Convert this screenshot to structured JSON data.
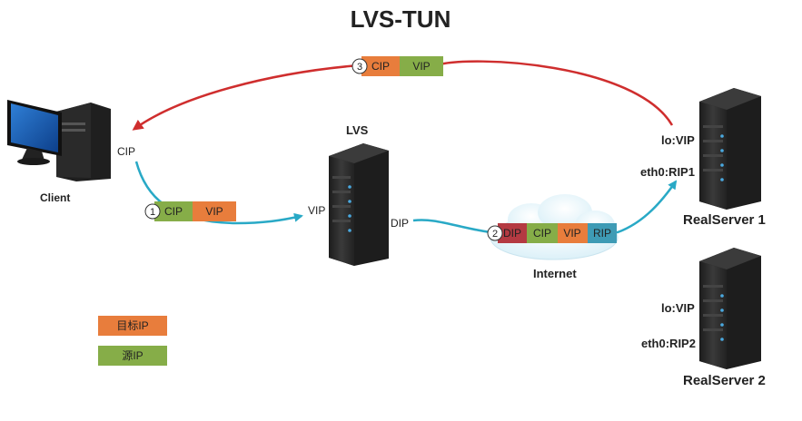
{
  "title": "LVS-TUN",
  "colors": {
    "orange": "#e87d3c",
    "green": "#86ad48",
    "red": "#b43a42",
    "teal": "#3e9bb5",
    "flow_blue": "#29a9c6",
    "return_red": "#cf2e2e",
    "server_dark": "#2b2b2b",
    "server_led": "#4aa9e0"
  },
  "client": {
    "name": "Client",
    "ip_label": "CIP"
  },
  "lvs": {
    "name": "LVS",
    "vip_label": "VIP",
    "dip_label": "DIP"
  },
  "internet": {
    "name": "Internet"
  },
  "realserver1": {
    "name": "RealServer 1",
    "lo_label": "lo:VIP",
    "eth_label": "eth0:RIP1"
  },
  "realserver2": {
    "name": "RealServer 2",
    "lo_label": "lo:VIP",
    "eth_label": "eth0:RIP2"
  },
  "packet1": {
    "step": "1",
    "src": "CIP",
    "dst": "VIP"
  },
  "packet2": {
    "step": "2",
    "outer_src": "DIP",
    "inner_src": "CIP",
    "inner_dst": "VIP",
    "outer_dst": "RIP"
  },
  "packet3": {
    "step": "3",
    "dst": "CIP",
    "src": "VIP"
  },
  "legend": {
    "dest_ip": "目标IP",
    "src_ip": "源IP"
  }
}
